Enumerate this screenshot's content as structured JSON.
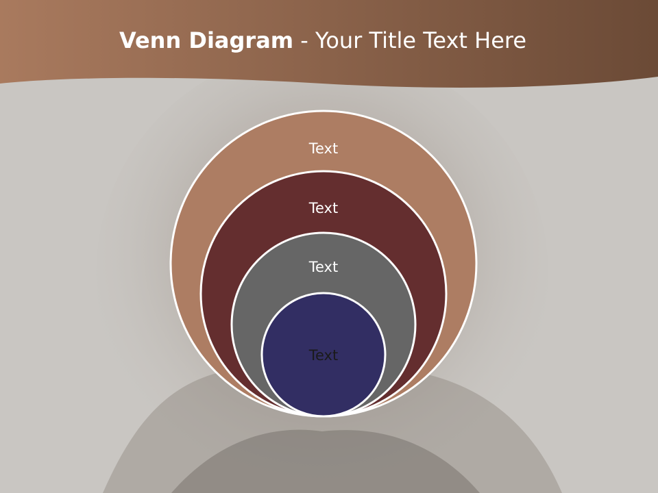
{
  "title": {
    "bold": "Venn Diagram",
    "rest": " - Your Title Text Here"
  },
  "diagram": {
    "circles": [
      {
        "label": "Text",
        "fill": "#ad7d63",
        "text_color": "#ffffff"
      },
      {
        "label": "Text",
        "fill": "#642e2f",
        "text_color": "#ffffff"
      },
      {
        "label": "Text",
        "fill": "#666666",
        "text_color": "#ffffff"
      },
      {
        "label": "Text",
        "fill": "#322e63",
        "text_color": "#1a1a1a"
      }
    ],
    "stroke_color": "#ffffff"
  },
  "colors": {
    "header_band_left": "#a97a5e",
    "header_band_right": "#6b4a36",
    "background": "#c9c6c2"
  }
}
